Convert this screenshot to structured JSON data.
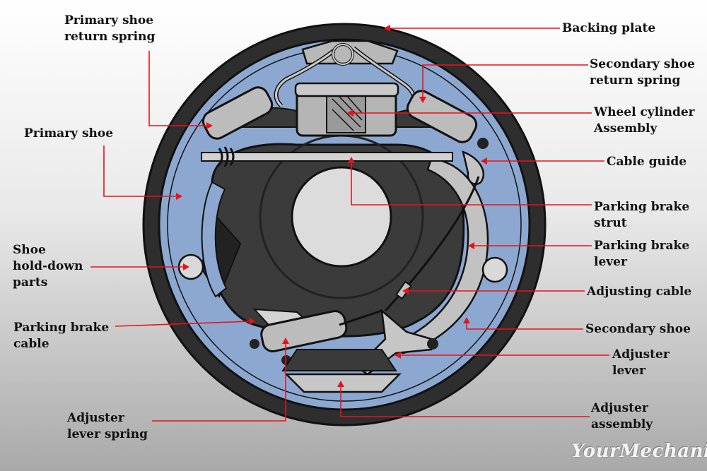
{
  "labels": {
    "primary_shoe_return_spring": "Primary shoe\nreturn spring",
    "backing_plate": "Backing plate",
    "secondary_shoe_return_spring": "Secondary shoe\nreturn spring",
    "wheel_cylinder_assembly": "Wheel cylinder\nAssembly",
    "primary_shoe": "Primary shoe",
    "cable_guide": "Cable guide",
    "parking_brake_strut": "Parking brake\nstrut",
    "parking_brake_lever": "Parking brake\nlever",
    "shoe_hold_down_parts": "Shoe\nhold-down\nparts",
    "adjusting_cable": "Adjusting cable",
    "secondary_shoe": "Secondary shoe",
    "parking_brake_cable": "Parking brake\ncable",
    "adjuster_lever": "Adjuster\nlever",
    "adjuster_lever_spring": "Adjuster\nlever spring",
    "adjuster_assembly": "Adjuster\nassembly"
  },
  "watermark": "YourMechanic",
  "colors": {
    "leader_line": "#e8121b",
    "drum_outer": "#2c2c2c",
    "shoe_lining": "#8aa7cf",
    "backing_plate_dark": "#3a3a3a",
    "hub": "#d8d8d8",
    "metal_parts": "#b9b9b9"
  }
}
